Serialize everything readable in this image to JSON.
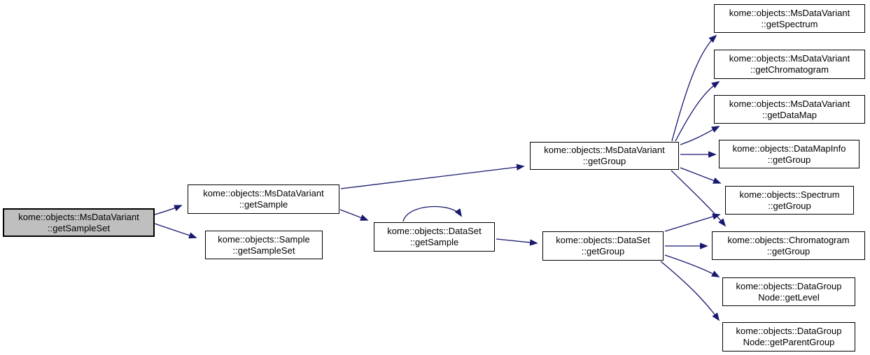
{
  "diagram": {
    "type": "call-graph",
    "colors": {
      "edge": "#191970",
      "node_border": "#000000",
      "node_fill": "#ffffff",
      "highlight_fill": "#bfbfbf",
      "background": "#ffffff",
      "text": "#000000"
    },
    "nodes": [
      {
        "id": "msdatavariant-getsampleset",
        "line1": "kome::objects::MsDataVariant",
        "line2": "::getSampleSet",
        "highlighted": true
      },
      {
        "id": "msdatavariant-getsample",
        "line1": "kome::objects::MsDataVariant",
        "line2": "::getSample",
        "highlighted": false
      },
      {
        "id": "sample-getsampleset",
        "line1": "kome::objects::Sample",
        "line2": "::getSampleSet",
        "highlighted": false
      },
      {
        "id": "dataset-getsample",
        "line1": "kome::objects::DataSet",
        "line2": "::getSample",
        "highlighted": false
      },
      {
        "id": "msdatavariant-getgroup",
        "line1": "kome::objects::MsDataVariant",
        "line2": "::getGroup",
        "highlighted": false
      },
      {
        "id": "dataset-getgroup",
        "line1": "kome::objects::DataSet",
        "line2": "::getGroup",
        "highlighted": false
      },
      {
        "id": "msdatavariant-getspectrum",
        "line1": "kome::objects::MsDataVariant",
        "line2": "::getSpectrum",
        "highlighted": false
      },
      {
        "id": "msdatavariant-getchromatogram",
        "line1": "kome::objects::MsDataVariant",
        "line2": "::getChromatogram",
        "highlighted": false
      },
      {
        "id": "msdatavariant-getdatamap",
        "line1": "kome::objects::MsDataVariant",
        "line2": "::getDataMap",
        "highlighted": false
      },
      {
        "id": "datamapinfo-getgroup",
        "line1": "kome::objects::DataMapInfo",
        "line2": "::getGroup",
        "highlighted": false
      },
      {
        "id": "spectrum-getgroup",
        "line1": "kome::objects::Spectrum",
        "line2": "::getGroup",
        "highlighted": false
      },
      {
        "id": "chromatogram-getgroup",
        "line1": "kome::objects::Chromatogram",
        "line2": "::getGroup",
        "highlighted": false
      },
      {
        "id": "datagroupnode-getlevel",
        "line1": "kome::objects::DataGroup",
        "line2": "Node::getLevel",
        "highlighted": false
      },
      {
        "id": "datagroupnode-getparentgroup",
        "line1": "kome::objects::DataGroup",
        "line2": "Node::getParentGroup",
        "highlighted": false
      }
    ],
    "edges": [
      {
        "from": "msdatavariant-getsampleset",
        "to": "msdatavariant-getsample"
      },
      {
        "from": "msdatavariant-getsampleset",
        "to": "sample-getsampleset"
      },
      {
        "from": "msdatavariant-getsample",
        "to": "msdatavariant-getgroup"
      },
      {
        "from": "msdatavariant-getsample",
        "to": "dataset-getsample"
      },
      {
        "from": "dataset-getsample",
        "to": "dataset-getsample"
      },
      {
        "from": "dataset-getsample",
        "to": "dataset-getgroup"
      },
      {
        "from": "msdatavariant-getgroup",
        "to": "msdatavariant-getspectrum"
      },
      {
        "from": "msdatavariant-getgroup",
        "to": "msdatavariant-getchromatogram"
      },
      {
        "from": "msdatavariant-getgroup",
        "to": "msdatavariant-getdatamap"
      },
      {
        "from": "msdatavariant-getgroup",
        "to": "datamapinfo-getgroup"
      },
      {
        "from": "msdatavariant-getgroup",
        "to": "spectrum-getgroup"
      },
      {
        "from": "msdatavariant-getgroup",
        "to": "chromatogram-getgroup"
      },
      {
        "from": "dataset-getgroup",
        "to": "spectrum-getgroup"
      },
      {
        "from": "dataset-getgroup",
        "to": "chromatogram-getgroup"
      },
      {
        "from": "dataset-getgroup",
        "to": "datagroupnode-getlevel"
      },
      {
        "from": "dataset-getgroup",
        "to": "datagroupnode-getparentgroup"
      }
    ]
  }
}
